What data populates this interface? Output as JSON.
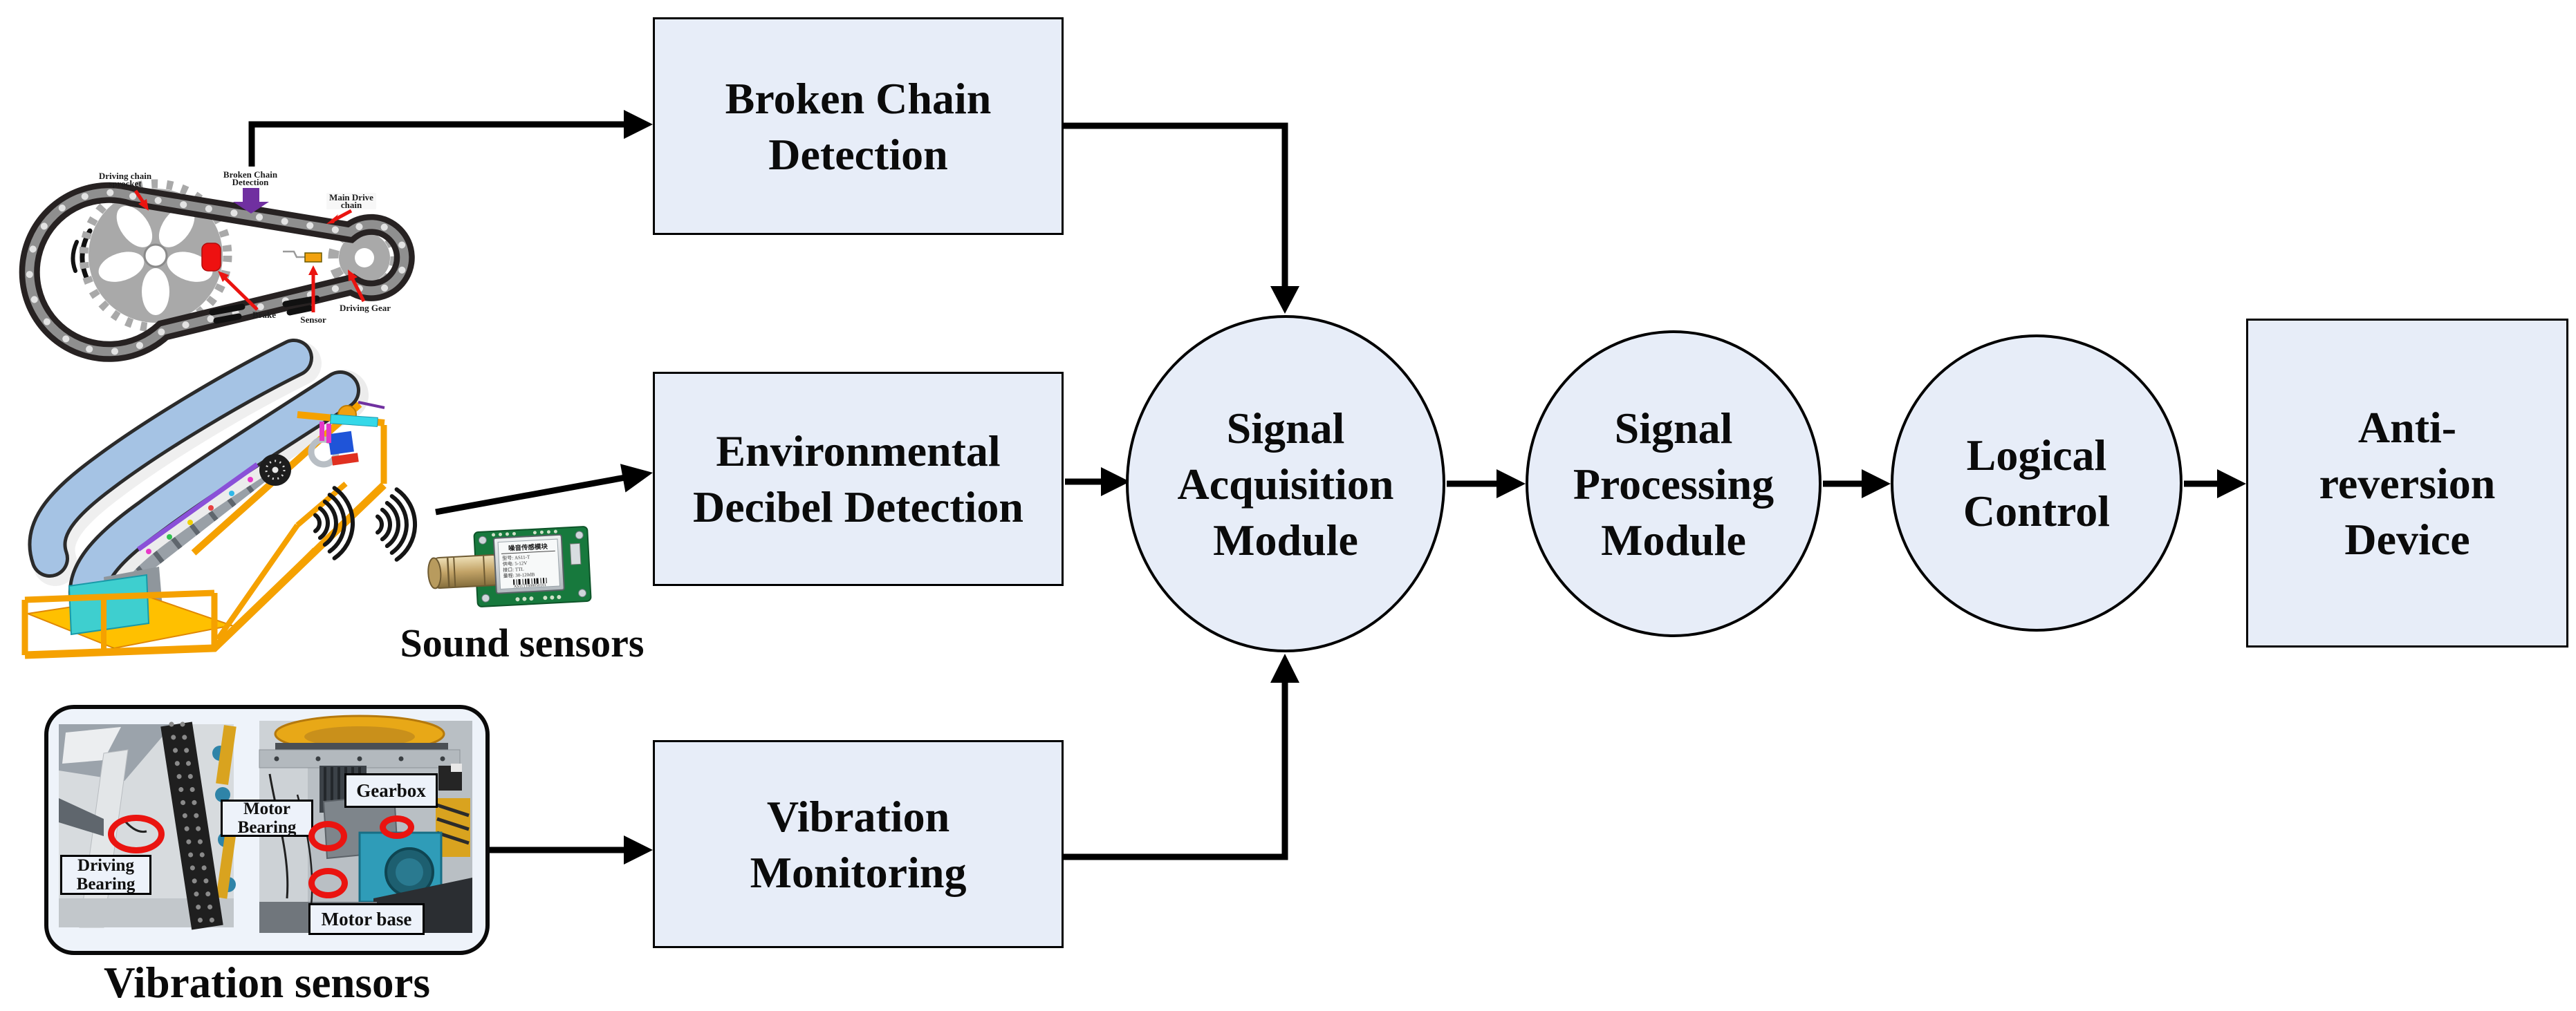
{
  "colors": {
    "node_fill": "#e7edf8",
    "node_stroke": "#000000",
    "arrow": "#000000",
    "annotation_red": "#ea1410",
    "marker_purple": "#7030a0",
    "sensor_yellow": "#f2a20f",
    "escalator_orange": "#f5a100",
    "handrail_blue": "#a5c3e4",
    "pcb_green": "#17793d",
    "gearbox_teal": "#2f9cb8",
    "label_box_fill": "#edf2fa"
  },
  "flow": {
    "boxes": {
      "broken_chain": {
        "lines": [
          "Broken Chain",
          "Detection"
        ]
      },
      "environmental": {
        "lines": [
          "Environmental",
          "Decibel Detection"
        ]
      },
      "vibration": {
        "lines": [
          "Vibration",
          "Monitoring"
        ]
      },
      "anti_reversion": {
        "lines": [
          "Anti-",
          "reversion",
          "Device"
        ]
      }
    },
    "ellipses": {
      "acquisition": {
        "lines": [
          "Signal",
          "Acquisition",
          "Module"
        ]
      },
      "processing": {
        "lines": [
          "Signal",
          "Processing",
          "Module"
        ]
      },
      "logical": {
        "lines": [
          "Logical",
          "Control"
        ]
      }
    }
  },
  "captions": {
    "sound_sensors": "Sound sensors",
    "vibration_sensors": "Vibration sensors"
  },
  "chain_figure": {
    "driving_chain_sprocket": [
      "Driving chain",
      "sprocket"
    ],
    "broken_chain_detection": [
      "Broken Chain",
      "Detection"
    ],
    "main_drive_chain": [
      "Main Drive",
      "chain"
    ],
    "brake": "Brake",
    "sensor": "Sensor",
    "driving_gear": "Driving Gear"
  },
  "sound_sensor": {
    "module_title": "噪音传感模块",
    "specs": [
      "型号: AS11-T",
      "供电: 5-12V",
      "接口: TTL",
      "量程: 30-120dB"
    ],
    "serial": "AS11T1608050101"
  },
  "vibration_figure": {
    "driving_bearing": [
      "Driving",
      "Bearing"
    ],
    "motor_bearing": [
      "Motor",
      "Bearing"
    ],
    "gearbox": "Gearbox",
    "motor_base": "Motor base"
  }
}
